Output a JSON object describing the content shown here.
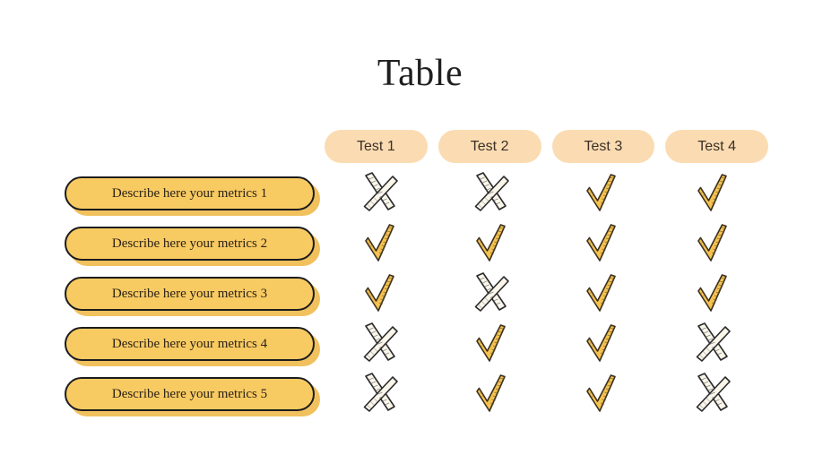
{
  "slide": {
    "title": "Table",
    "background_color": "#ffffff"
  },
  "colors": {
    "header_pill": "#FBDCB2",
    "row_pill_fill": "#F8CB62",
    "row_pill_shadow": "#F0BE55",
    "row_pill_border": "#1c1c1e",
    "check_fill": "#F5C24F",
    "cross_fill": "#FBF6EA",
    "ink": "#2b2118"
  },
  "table": {
    "columns": [
      {
        "label": "Test 1"
      },
      {
        "label": "Test 2"
      },
      {
        "label": "Test 3"
      },
      {
        "label": "Test 4"
      }
    ],
    "rows": [
      {
        "label": "Describe here your metrics 1",
        "marks": [
          "cross",
          "cross",
          "check",
          "check"
        ]
      },
      {
        "label": "Describe here your metrics 2",
        "marks": [
          "check",
          "check",
          "check",
          "check"
        ]
      },
      {
        "label": "Describe here your metrics 3",
        "marks": [
          "check",
          "cross",
          "check",
          "check"
        ]
      },
      {
        "label": "Describe here your metrics 4",
        "marks": [
          "cross",
          "check",
          "check",
          "cross"
        ]
      },
      {
        "label": "Describe here your metrics 5",
        "marks": [
          "cross",
          "check",
          "check",
          "cross"
        ]
      }
    ]
  },
  "icons": {
    "check": "check-mark-icon",
    "cross": "cross-mark-icon"
  }
}
